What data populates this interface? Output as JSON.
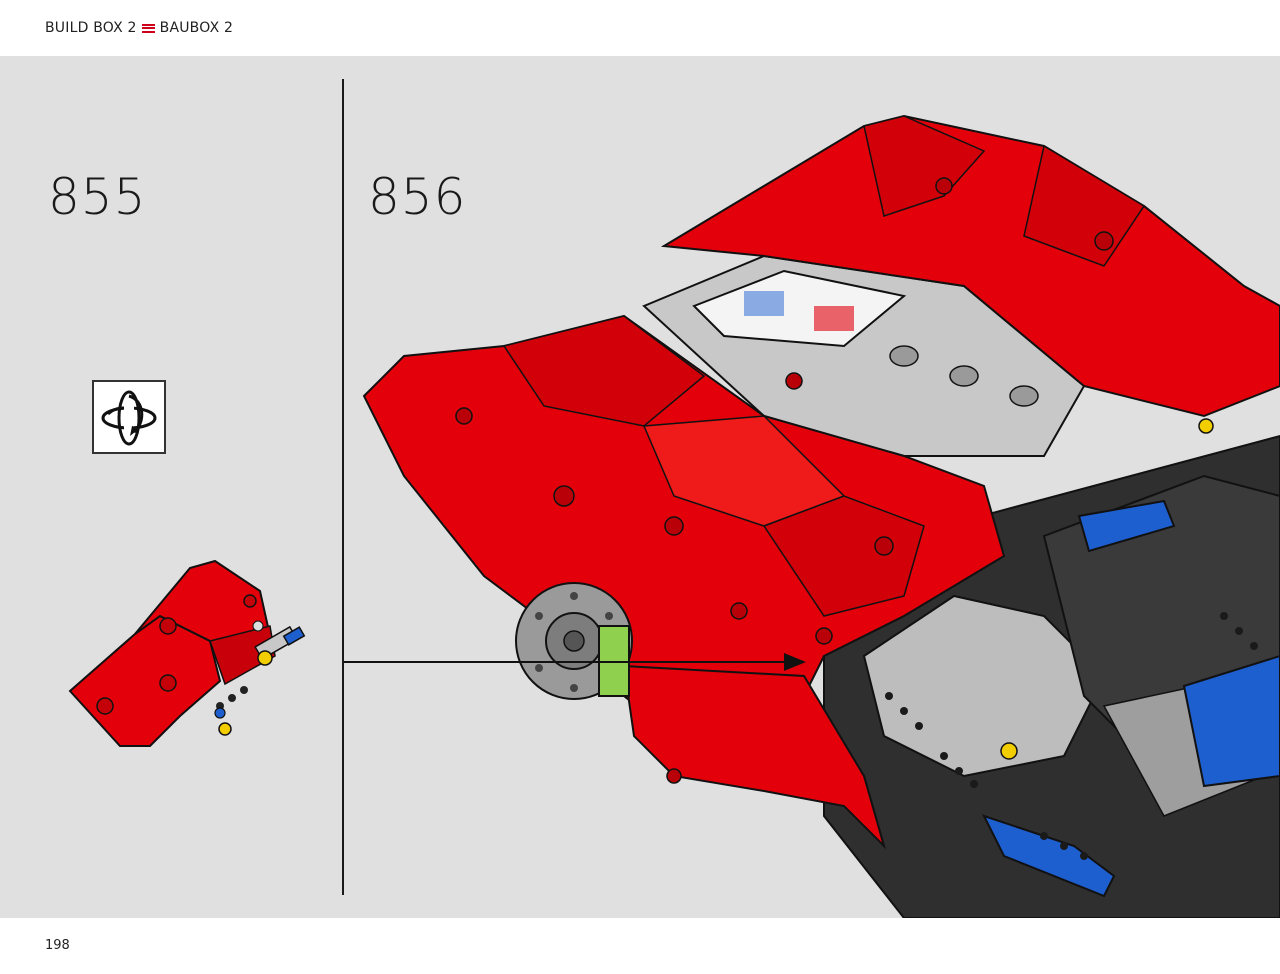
{
  "header": {
    "build_box_en": "BUILD BOX 2",
    "separator_icon": "red-triple-bar-icon",
    "build_box_de": "BAUBOX 2"
  },
  "steps": [
    {
      "number": "855",
      "icons": [
        "rotate-model-icon"
      ]
    },
    {
      "number": "856"
    }
  ],
  "footer": {
    "page_number": "198"
  },
  "colors": {
    "panel_background": "#e0e0e0",
    "brick_red": "#e3000b",
    "brick_dark_gray": "#3a3a3a",
    "brick_light_gray": "#b5b5b5",
    "brick_blue": "#1e5fd0",
    "brick_yellow": "#f2cd00",
    "brick_lime": "#8fd14f"
  }
}
